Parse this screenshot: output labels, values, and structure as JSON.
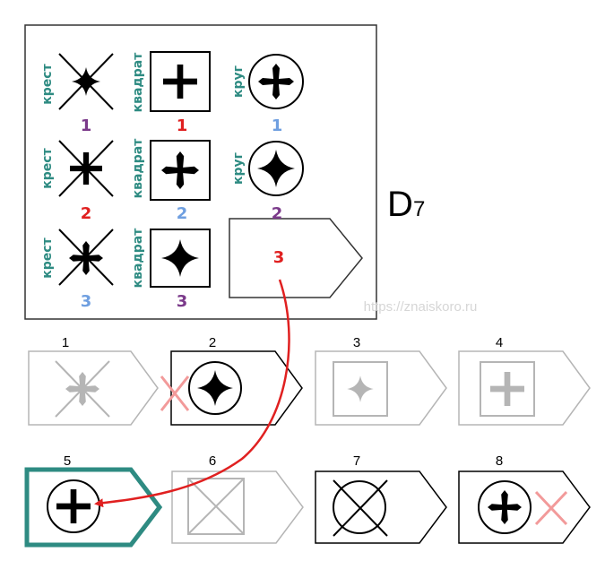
{
  "puzzle": {
    "id_letter": "D",
    "id_number": "7",
    "watermark": "https://znaiskoro.ru"
  },
  "columns": [
    {
      "word": "крест",
      "color": "#2e8b82"
    },
    {
      "word": "квадрат",
      "color": "#2e8b82"
    },
    {
      "word": "круг",
      "color": "#2e8b82"
    }
  ],
  "row_numbers": [
    {
      "value": "1",
      "colors": [
        "#7b3a8a",
        "#e02020",
        "#6f9fe0"
      ]
    },
    {
      "value": "2",
      "colors": [
        "#e02020",
        "#6f9fe0",
        "#7b3a8a"
      ]
    },
    {
      "value": "3",
      "colors": [
        "#6f9fe0",
        "#7b3a8a",
        "#e02020"
      ]
    }
  ],
  "answers": [
    {
      "number": "1",
      "state": "faded"
    },
    {
      "number": "2",
      "state": "dark"
    },
    {
      "number": "3",
      "state": "faded"
    },
    {
      "number": "4",
      "state": "faded"
    },
    {
      "number": "5",
      "state": "selected"
    },
    {
      "number": "6",
      "state": "faded"
    },
    {
      "number": "7",
      "state": "dark"
    },
    {
      "number": "8",
      "state": "dark"
    }
  ],
  "colors": {
    "teal": "#2e8b82",
    "red": "#e02020",
    "purple": "#7b3a8a",
    "blue": "#6f9fe0",
    "selected_border": "#2e8b82",
    "pink_cross": "#f29a9a",
    "arrow": "#e02020",
    "faded": "#b5b5b5"
  }
}
